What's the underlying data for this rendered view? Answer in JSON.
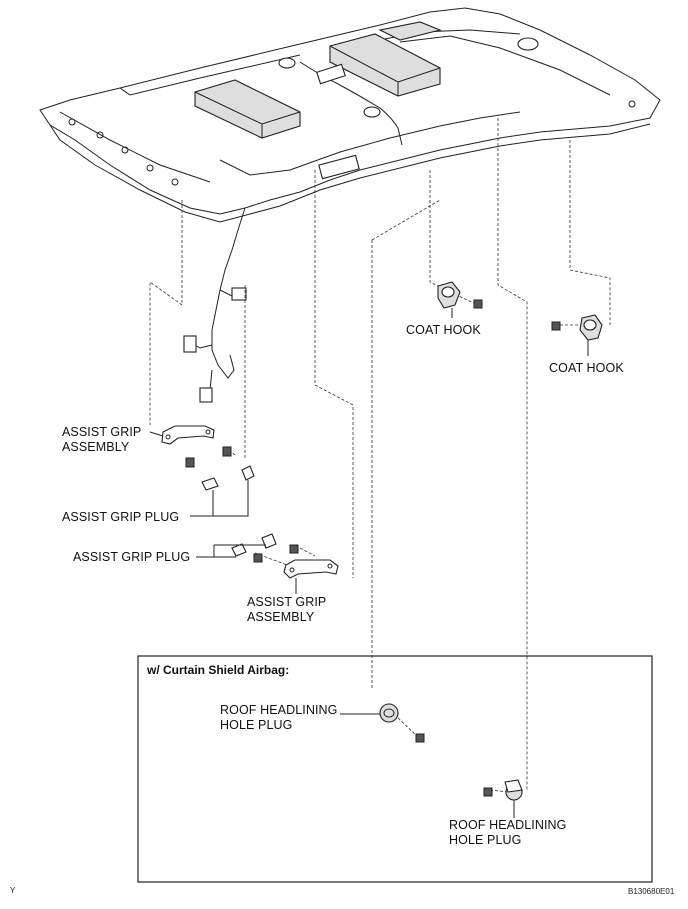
{
  "labels": {
    "coat_hook_1": "COAT HOOK",
    "coat_hook_2": "COAT HOOK",
    "assist_grip_assembly_1": "ASSIST GRIP\nASSEMBLY",
    "assist_grip_plug_1": "ASSIST GRIP PLUG",
    "assist_grip_plug_2": "ASSIST GRIP PLUG",
    "assist_grip_assembly_2": "ASSIST GRIP\nASSEMBLY",
    "roof_headlining_hole_plug_1": "ROOF HEADLINING\nHOLE PLUG",
    "roof_headlining_hole_plug_2": "ROOF HEADLINING\nHOLE PLUG"
  },
  "inset_box": {
    "title": "w/ Curtain Shield Airbag:"
  },
  "footer": {
    "left_mark": "Y",
    "figure_code": "B130680E01"
  }
}
